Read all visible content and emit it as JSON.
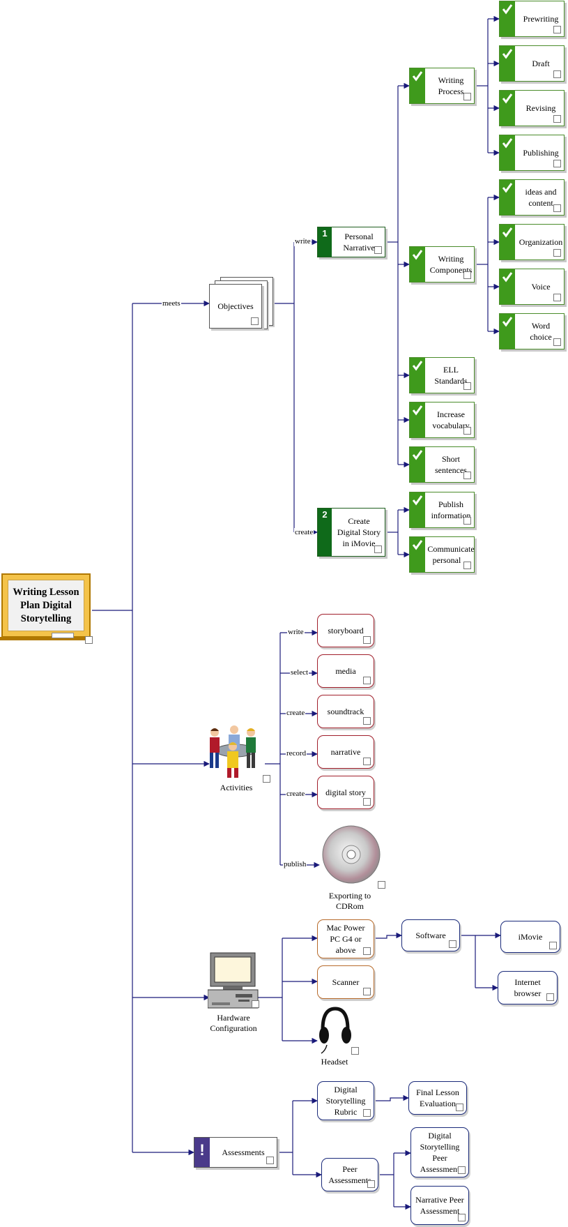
{
  "root": {
    "title": "Writing Lesson Plan Digital Storytelling"
  },
  "edge_labels": {
    "meets": "meets",
    "write1": "write",
    "create1": "create",
    "write2": "write",
    "select": "select",
    "create2": "create",
    "record": "record",
    "create3": "create",
    "publish": "publish"
  },
  "objectives": {
    "label": "Objectives",
    "personal_narrative": {
      "number": "1",
      "label": "Personal Narrative"
    },
    "create_digital_story": {
      "number": "2",
      "label": "Create Digital Story in iMovie"
    },
    "writing_process": {
      "label": "Writing Process"
    },
    "writing_components": {
      "label": "Writing Components"
    },
    "ell_standards": {
      "label": "ELL Standards"
    },
    "increase_vocabulary": {
      "label": "Increase vocabulary"
    },
    "short_sentences": {
      "label": "Short sentences"
    },
    "publish_information": {
      "label": "Publish information"
    },
    "communicate_personal": {
      "label": "Communicate personal ..."
    },
    "process_steps": [
      "Prewriting",
      "Draft",
      "Revising",
      "Publishing"
    ],
    "components": [
      "ideas and content",
      "Organization",
      "Voice",
      "Word choice"
    ]
  },
  "activities": {
    "label": "Activities",
    "items": [
      "storyboard",
      "media",
      "soundtrack",
      "narrative",
      "digital story"
    ],
    "cd_caption": "Exporting to CDRom"
  },
  "hardware": {
    "label": "Hardware Configuration",
    "mac": "Mac Power PC G4 or above",
    "scanner": "Scanner",
    "headset": "Headset",
    "software": "Software",
    "imovie": "iMovie",
    "browser": "Internet browser"
  },
  "assessments": {
    "label": "Assessments",
    "rubric": "Digital Storytelling Rubric",
    "peer": "Peer Assessments",
    "final_eval": "Final Lesson Evaluation",
    "ds_peer": "Digital Storytelling Peer Assessment",
    "narr_peer": "Narrative Peer Assessment"
  },
  "colors": {
    "connector": "#1a1a7a",
    "green_tab": "#3f9a1c",
    "number_tab": "#0f6a1a",
    "activity_border": "#a11f2b",
    "hardware_border": "#b76a2a",
    "blue_border": "#1a2a7a",
    "board_frame": "#f4c34a",
    "alert_tab": "#4a3a8a"
  }
}
